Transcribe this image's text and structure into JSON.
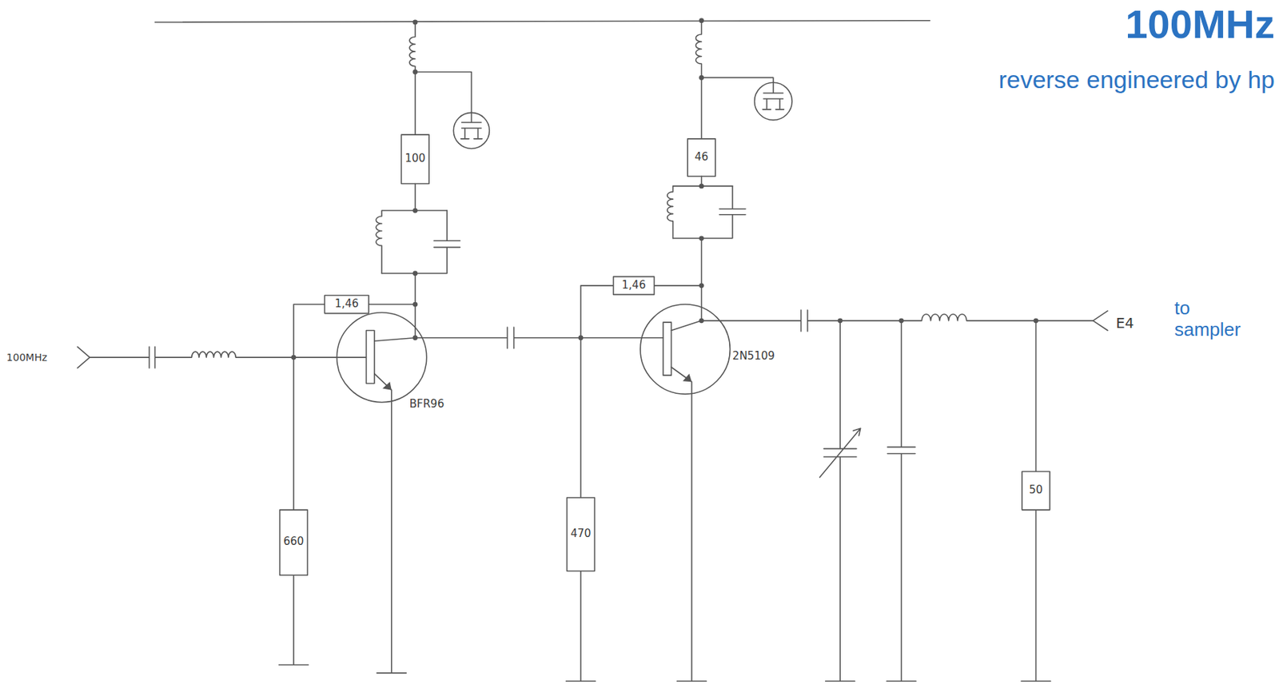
{
  "diagram": {
    "title": "100MHz",
    "labels": [
      "reverse engineered by hp",
      "100MHz",
      "100",
      "46",
      "1,46",
      "1,46",
      "BFR96",
      "2N5109",
      "660",
      "470",
      "50",
      "E4",
      "to sampler"
    ]
  }
}
